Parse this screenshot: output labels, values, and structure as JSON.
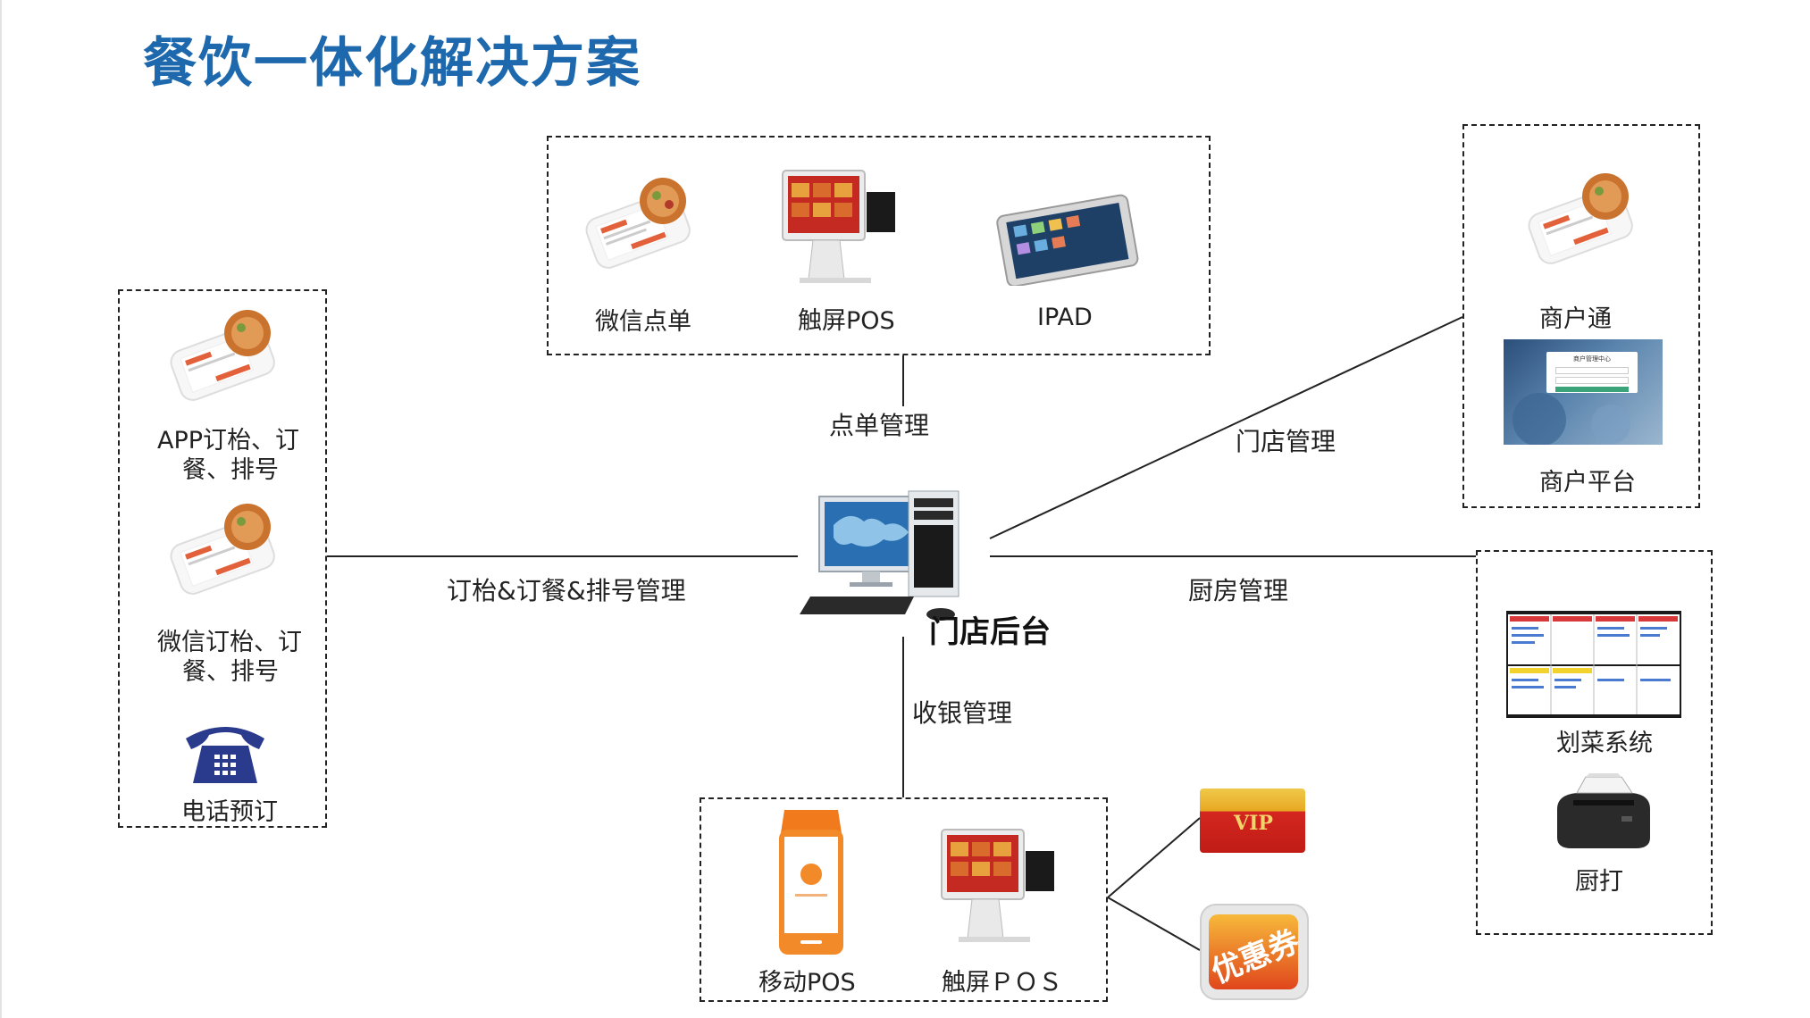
{
  "title": "餐饮一体化解决方案",
  "center": {
    "label": "门店后台",
    "icon": "computer-icon"
  },
  "groups": {
    "order": {
      "items": [
        {
          "label": "微信点单",
          "icon": "phone-app-icon"
        },
        {
          "label": "触屏POS",
          "icon": "touch-pos-icon"
        },
        {
          "label": "IPAD",
          "icon": "ipad-icon"
        }
      ]
    },
    "reservation": {
      "items": [
        {
          "label": "APP订枱、订",
          "label2": "餐、排号",
          "icon": "phone-app-icon"
        },
        {
          "label": "微信订枱、订",
          "label2": "餐、排号",
          "icon": "phone-app-icon"
        },
        {
          "label": "电话预订",
          "icon": "telephone-icon"
        }
      ]
    },
    "merchant": {
      "items": [
        {
          "label": "商户通",
          "icon": "phone-app-icon"
        },
        {
          "label": "商户平台",
          "icon": "merchant-platform-screenshot",
          "screen_title": "商户管理中心"
        }
      ]
    },
    "kitchen": {
      "items": [
        {
          "label": "划菜系统",
          "icon": "kitchen-display-icon"
        },
        {
          "label": "厨打",
          "icon": "receipt-printer-icon"
        }
      ]
    },
    "cashier": {
      "items": [
        {
          "label": "移动POS",
          "icon": "mobile-pos-icon"
        },
        {
          "label": "触屏ＰＯＳ",
          "icon": "touch-pos-icon"
        }
      ]
    }
  },
  "connections": {
    "order": "点单管理",
    "store": "门店管理",
    "reservation": "订枱&订餐&排号管理",
    "kitchen": "厨房管理",
    "cashier": "收银管理"
  },
  "extras": {
    "vip_card": {
      "text": "VIP",
      "icon": "vip-card-icon"
    },
    "coupon": {
      "text": "优惠券",
      "icon": "coupon-icon"
    }
  },
  "colors": {
    "title": "#1e69ad",
    "border": "#222222",
    "line": "#222222"
  }
}
